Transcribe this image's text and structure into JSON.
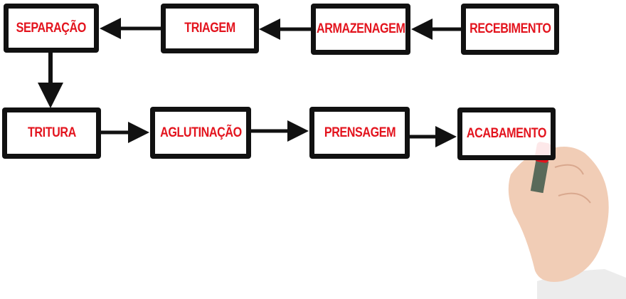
{
  "steps": {
    "recebimento": "RECEBIMENTO",
    "armazenagem": "ARMAZENAGEM",
    "triagem": "TRIAGEM",
    "separacao": "SEPARAÇÃO",
    "tritura": "TRITURA",
    "aglutinacao": "AGLUTINAÇÃO",
    "prensagem": "PRENSAGEM",
    "acabamento": "ACABAMENTO"
  },
  "colors": {
    "label": "#e3141e",
    "stroke": "#111111",
    "marker": "#e3141e",
    "skin": "#f1cdb6"
  }
}
